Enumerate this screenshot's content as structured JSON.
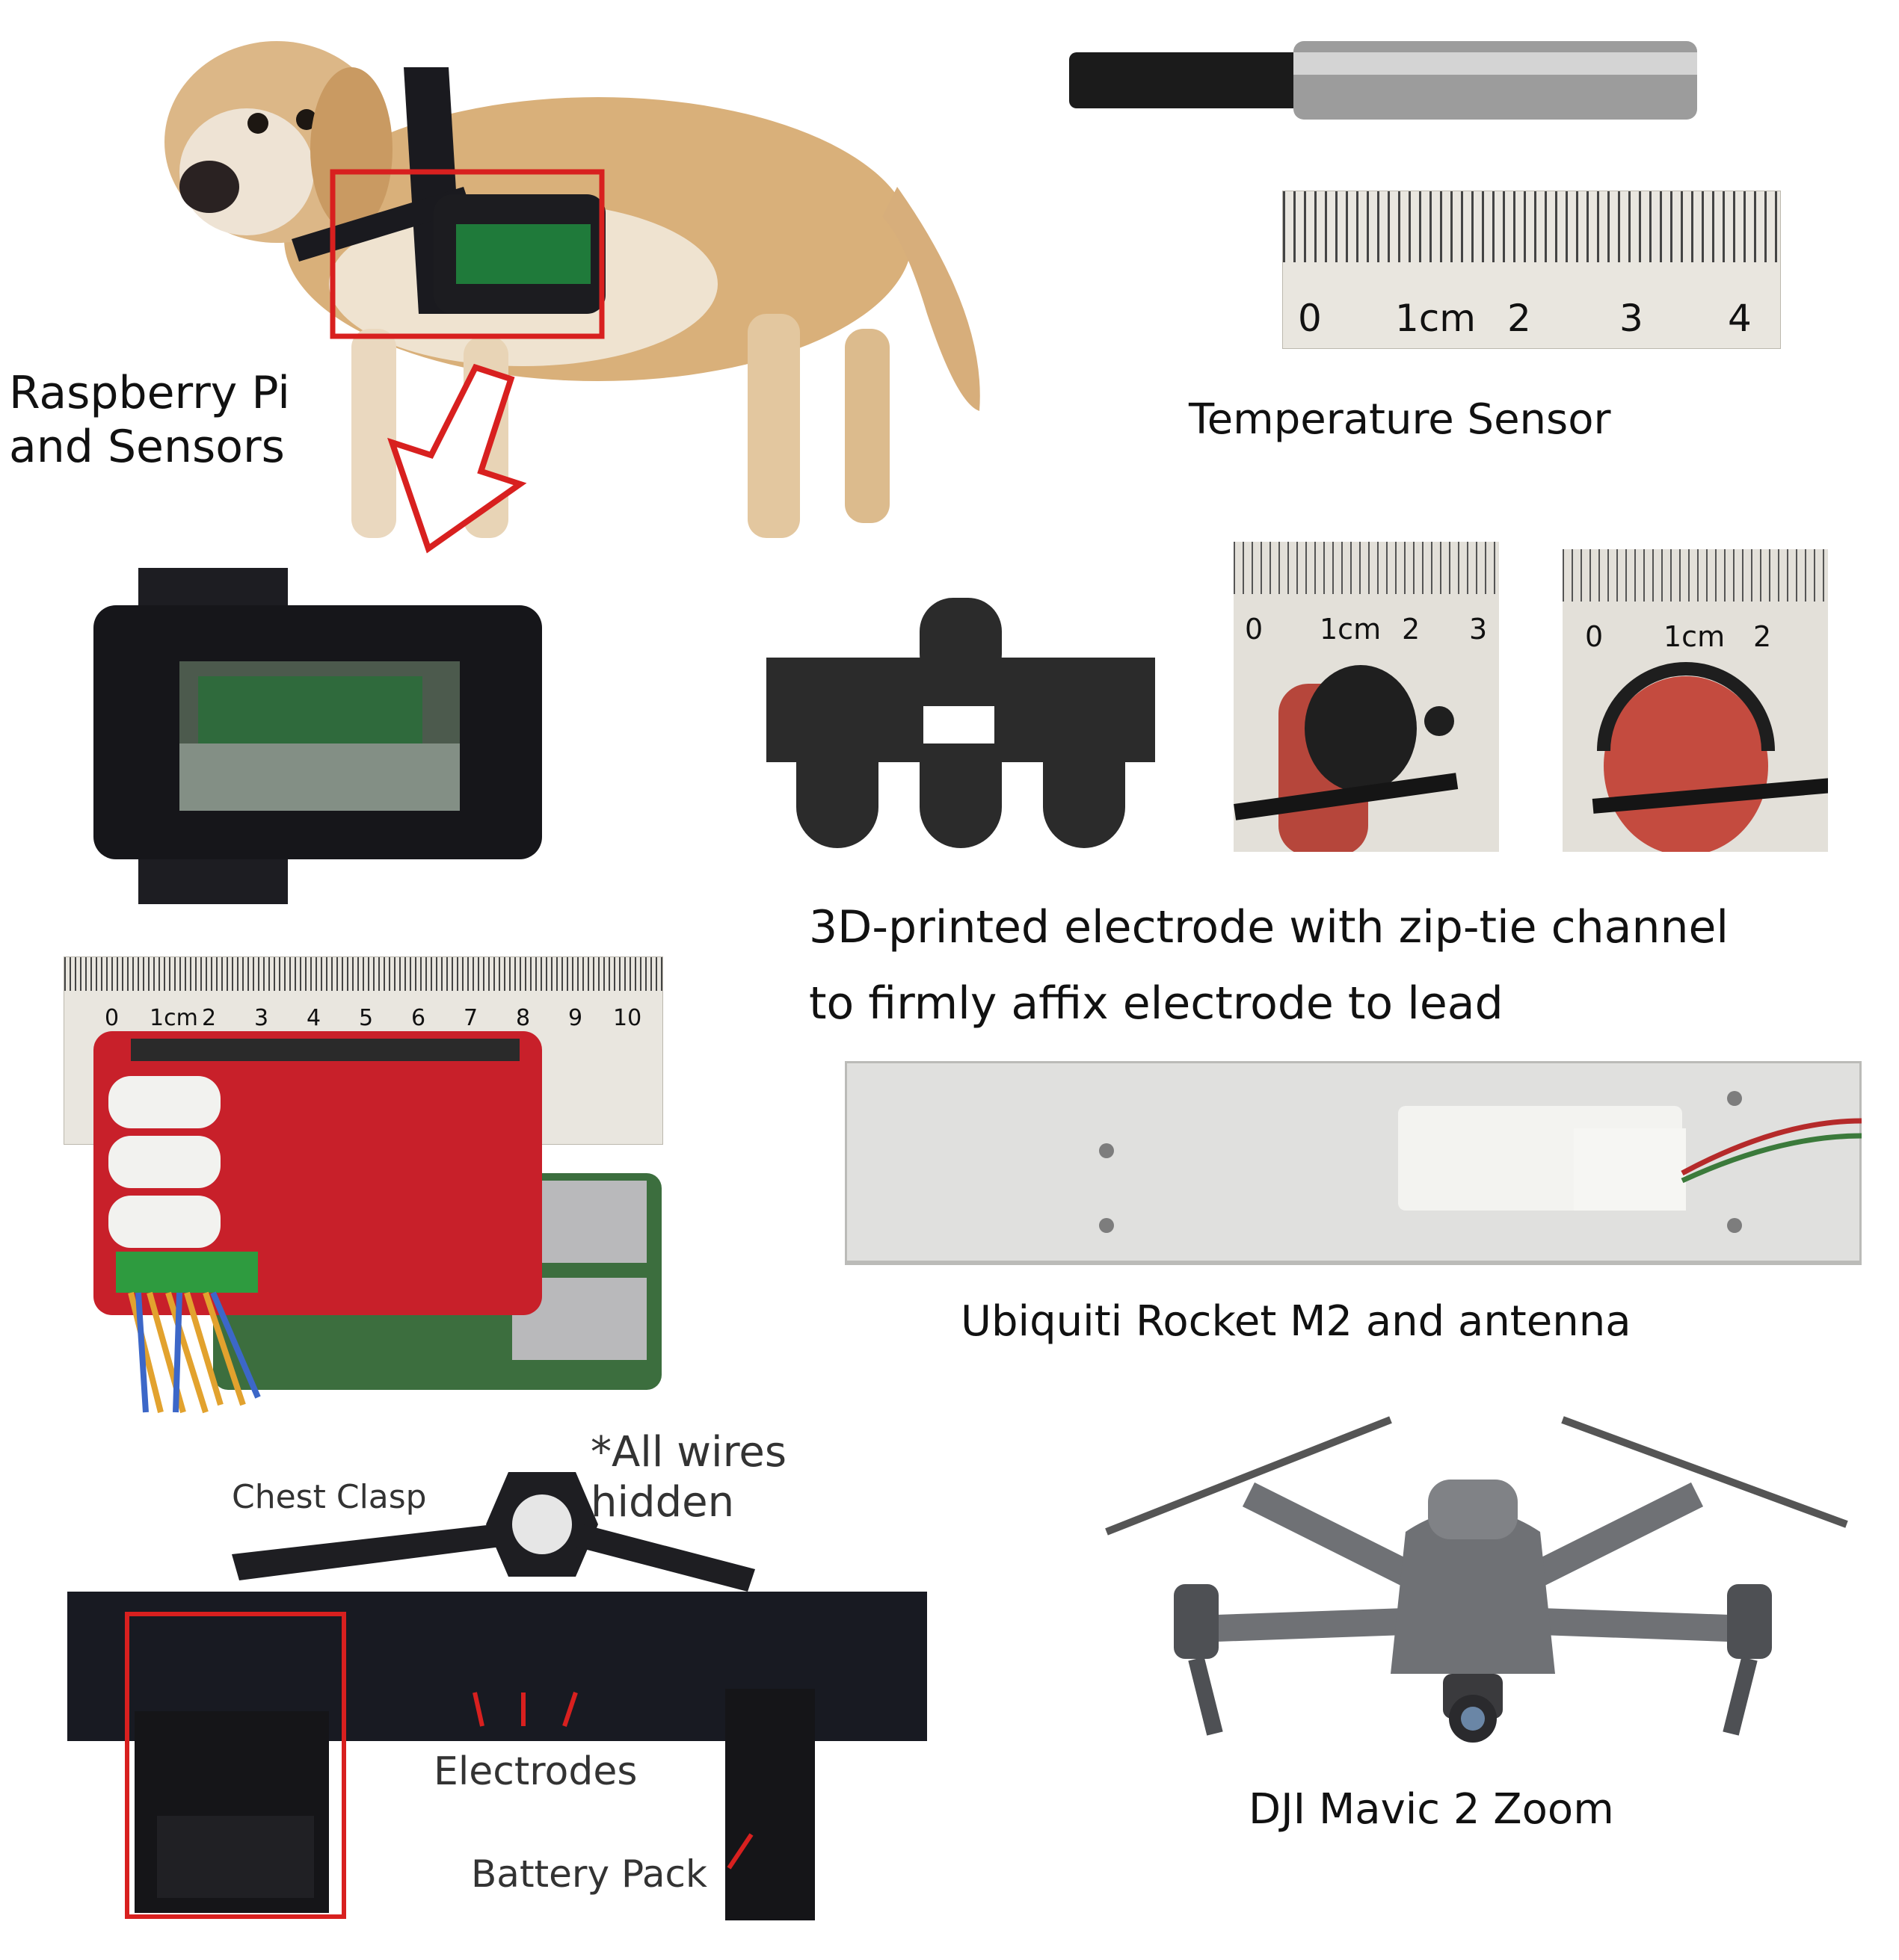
{
  "labels": {
    "raspberry_pi": "Raspberry Pi\nand Sensors",
    "temperature_sensor": "Temperature Sensor",
    "electrode": "3D-printed electrode with zip-tie channel\nto firmly affix electrode to lead",
    "rocket": "Ubiquiti Rocket M2 and antenna",
    "drone": "DJI Mavic 2 Zoom",
    "chest_clasp": "Chest Clasp",
    "wires_hidden": "*All wires\nhidden",
    "electrodes": "Electrodes",
    "battery_pack": "Battery Pack"
  },
  "rulers": {
    "temperature": [
      "0",
      "1cm",
      "2",
      "3",
      "4"
    ],
    "electrode_a": [
      "0",
      "1cm",
      "2",
      "3"
    ],
    "electrode_b": [
      "0",
      "1cm",
      "2"
    ],
    "raspberry": [
      "0",
      "1cm",
      "2",
      "3",
      "4",
      "5",
      "6",
      "7",
      "8",
      "9",
      "10"
    ]
  },
  "colors": {
    "highlight": "#d8201f",
    "fur": "#d9b07a",
    "harness": "#1a1a1f",
    "pcb": "#c8202a",
    "ruler": "#e9e6df",
    "antenna": "#dcdcdc",
    "drone": "#6f7175"
  }
}
